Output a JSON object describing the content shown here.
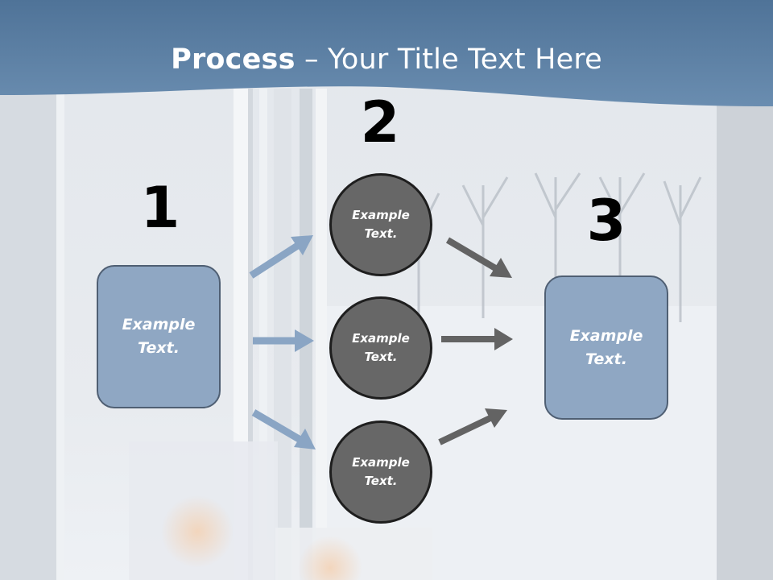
{
  "slide": {
    "title_bold": "Process",
    "title_rest": " – Your Title Text Here",
    "colors": {
      "header": "#5c7fa3",
      "box_fill": "#8fa7c3",
      "circle_fill": "#676767",
      "arrow_blue": "#8aa5c4",
      "arrow_gray": "#636363"
    }
  },
  "steps": {
    "one": {
      "number": "1",
      "box_text": "Example Text."
    },
    "two": {
      "number": "2",
      "circles": [
        "Example Text.",
        "Example Text.",
        "Example Text."
      ]
    },
    "three": {
      "number": "3",
      "box_text": "Example Text."
    }
  },
  "icons": {
    "arrow": "arrow-icon"
  }
}
